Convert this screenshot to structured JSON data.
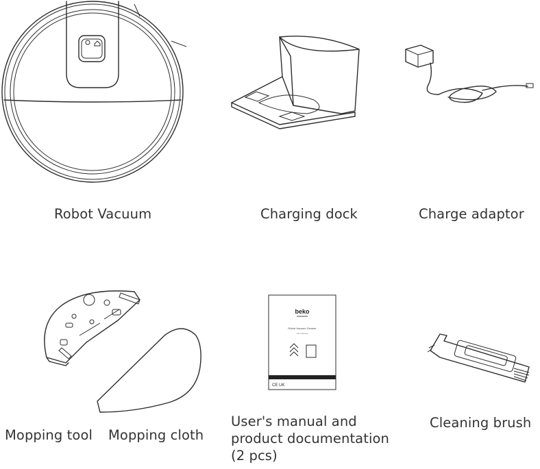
{
  "items": {
    "robot_vacuum": "Robot Vacuum",
    "charging_dock": "Charging dock",
    "charge_adaptor": "Charge adaptor",
    "mopping_tool": "Mopping tool",
    "mopping_cloth": "Mopping cloth",
    "manual_line1": "User's manual and",
    "manual_line2": "product documentation",
    "manual_line3": "(2 pcs)",
    "cleaning_brush": "Cleaning brush"
  },
  "manual_cover": {
    "brand": "beko",
    "title": "Robot Vacuum Cleaner",
    "subtitle": "User Manual",
    "marks": "CE UK"
  },
  "icons": [
    "robot-vacuum-illustration",
    "charging-dock-illustration",
    "charge-adaptor-illustration",
    "mopping-tool-illustration",
    "mopping-cloth-illustration",
    "user-manual-illustration",
    "cleaning-brush-illustration"
  ]
}
